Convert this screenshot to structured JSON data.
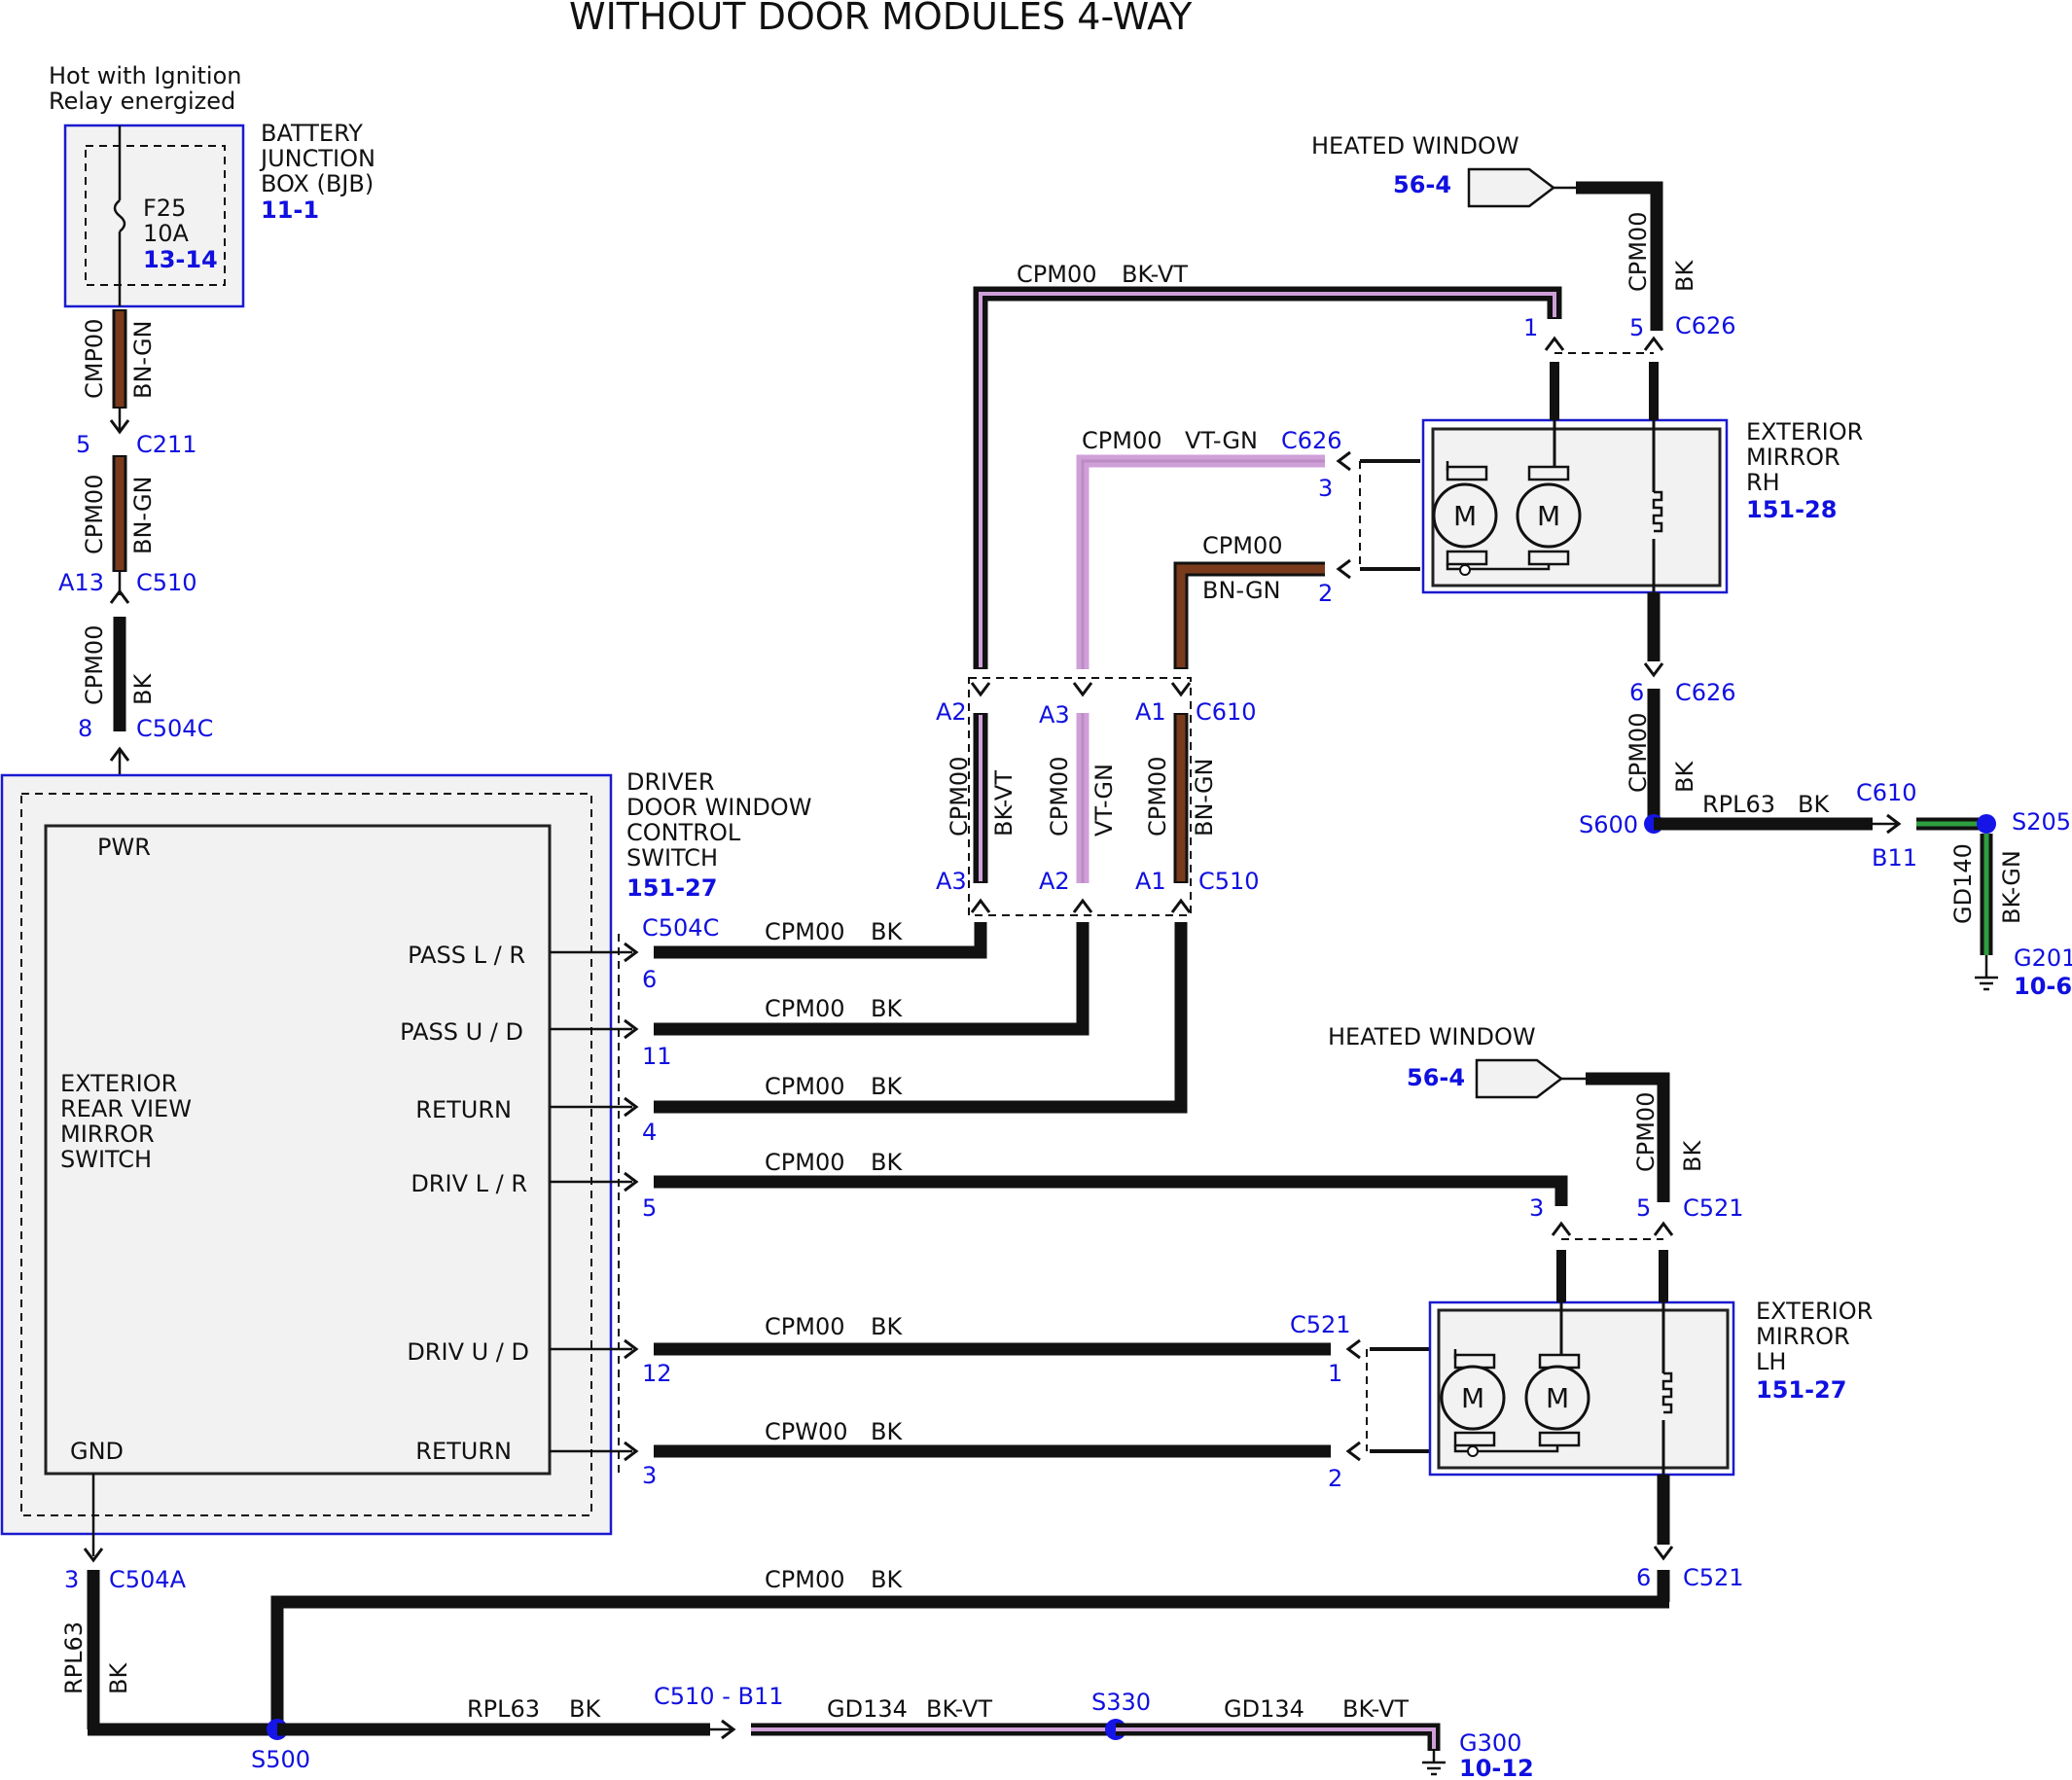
{
  "title": "WITHOUT DOOR MODULES 4-WAY",
  "colors": {
    "black": "#111111",
    "brown": "#7a3b1c",
    "violet": "#cfa0d8",
    "green": "#2e9e3e",
    "connector_blue": "#1010e0",
    "splice_dot": "#1515e8"
  },
  "bjb": {
    "hot_line1": "Hot with Ignition",
    "hot_line2": "Relay energized",
    "name_l1": "BATTERY",
    "name_l2": "JUNCTION",
    "name_l3": "BOX (BJB)",
    "ref": "11-1",
    "fuse": "F25",
    "amps": "10A",
    "fuse_ref": "13-14"
  },
  "left_chain": {
    "w1_circuit": "CMP00",
    "w1_color": "BN-GN",
    "c211_pin": "5",
    "c211": "C211",
    "w2_circuit": "CPM00",
    "w2_color": "BN-GN",
    "c510_pin": "A13",
    "c510": "C510",
    "w3_circuit": "CPM00",
    "w3_color": "BK",
    "c504c_pin": "8",
    "c504c": "C504C"
  },
  "switch": {
    "name_l1": "DRIVER",
    "name_l2": "DOOR WINDOW",
    "name_l3": "CONTROL",
    "name_l4": "SWITCH",
    "ref": "151-27",
    "pwr": "PWR",
    "gnd": "GND",
    "inner_l1": "EXTERIOR",
    "inner_l2": "REAR VIEW",
    "inner_l3": "MIRROR",
    "inner_l4": "SWITCH",
    "pins": [
      "PASS L / R",
      "PASS U / D",
      "RETURN",
      "DRIV L / R",
      "DRIV U / D",
      "RETURN"
    ],
    "connector": "C504C"
  },
  "switch_wires": [
    {
      "pin": "6",
      "circuit": "CPM00",
      "color": "BK"
    },
    {
      "pin": "11",
      "circuit": "CPM00",
      "color": "BK"
    },
    {
      "pin": "4",
      "circuit": "CPM00",
      "color": "BK"
    },
    {
      "pin": "5",
      "circuit": "CPM00",
      "color": "BK"
    },
    {
      "pin": "12",
      "circuit": "CPM00",
      "color": "BK"
    },
    {
      "pin": "3",
      "circuit": "CPW00",
      "color": "BK"
    }
  ],
  "c610_block": {
    "top_pins": [
      "A2",
      "A3",
      "A1"
    ],
    "top_connector": "C610",
    "bottom_pins": [
      "A3",
      "A2",
      "A1"
    ],
    "bottom_connector": "C510",
    "wires": [
      {
        "circuit": "CPM00",
        "color": "BK-VT"
      },
      {
        "circuit": "CPM00",
        "color": "VT-GN"
      },
      {
        "circuit": "CPM00",
        "color": "BN-GN"
      }
    ]
  },
  "rh": {
    "top_wire_circuit": "CPM00",
    "top_wire_color": "BK-VT",
    "mid_wire_circuit": "CPM00",
    "mid_wire_color": "VT-GN",
    "mid_connector": "C626",
    "low_wire_circuit": "CPM00",
    "low_wire_color": "BN-GN",
    "pin1": "1",
    "pin5": "5",
    "top_connector": "C626",
    "pin3": "3",
    "pin2": "2",
    "heated_label": "HEATED WINDOW",
    "heated_ref": "56-4",
    "heated_circuit": "CPM00",
    "heated_color": "BK",
    "name_l1": "EXTERIOR",
    "name_l2": "MIRROR",
    "name_l3": "RH",
    "ref": "151-28",
    "motor": "M",
    "pin6": "6",
    "bottom_connector": "C626",
    "gnd_circuit": "CPM00",
    "gnd_color": "BK",
    "splice": "S600",
    "rpl_circuit": "RPL63",
    "rpl_color": "BK",
    "c610": "C610",
    "b11": "B11",
    "s205": "S205",
    "gd_circuit": "GD140",
    "gd_color": "BK-GN",
    "ground": "G201",
    "ground_ref": "10-6"
  },
  "lh": {
    "heated_label": "HEATED WINDOW",
    "heated_ref": "56-4",
    "heated_circuit": "CPM00",
    "heated_color": "BK",
    "pin3": "3",
    "pin5": "5",
    "top_connector": "C521",
    "c521_label": "C521",
    "pin1": "1",
    "pin2": "2",
    "name_l1": "EXTERIOR",
    "name_l2": "MIRROR",
    "name_l3": "LH",
    "ref": "151-27",
    "motor": "M",
    "pin6": "6",
    "bottom_connector": "C521"
  },
  "bottom": {
    "c504a_pin": "3",
    "c504a": "C504A",
    "rpl_circuit": "RPL63",
    "rpl_color": "BK",
    "long_circuit": "CPM00",
    "long_color": "BK",
    "s500": "S500",
    "rpl2_circuit": "RPL63",
    "rpl2_color": "BK",
    "c510_b11": "C510 - B11",
    "gd1_circuit": "GD134",
    "gd1_color": "BK-VT",
    "s330": "S330",
    "gd2_circuit": "GD134",
    "gd2_color": "BK-VT",
    "ground": "G300",
    "ground_ref": "10-12"
  }
}
